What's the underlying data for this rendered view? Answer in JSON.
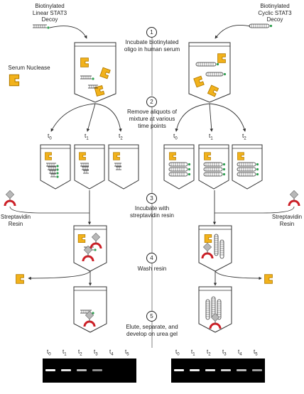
{
  "labels": {
    "linear_decoy": "Biotinylated\nLinear STAT3\nDecoy",
    "cyclic_decoy": "Biotinylated\nCyclic STAT3\nDecoy",
    "serum_nuclease": "Serum Nuclease",
    "streptavidin_left": "Streptavidin\nResin",
    "streptavidin_right": "Streptavidin\nResin"
  },
  "steps": [
    {
      "num": "1",
      "text": "Incubate biotinylated\noligo in human serum"
    },
    {
      "num": "2",
      "text": "Remove aliquots of\nmixture at various\ntime points"
    },
    {
      "num": "3",
      "text": "Incubate with\nstreptavidin resin"
    },
    {
      "num": "4",
      "text": "Wash resin"
    },
    {
      "num": "5",
      "text": "Elute, separate, and\ndevelop on urea gel"
    }
  ],
  "timepoints": [
    "t",
    "t",
    "t"
  ],
  "timepoint_subs": [
    "0",
    "1",
    "2"
  ],
  "gel_lanes": {
    "letter": "t",
    "subs": [
      "0",
      "1",
      "2",
      "3",
      "4",
      "5"
    ]
  },
  "gel_left_intensities": [
    0.95,
    0.85,
    0.6,
    0.35,
    0.0,
    0.0
  ],
  "gel_right_intensities": [
    0.95,
    0.9,
    0.85,
    0.75,
    0.6,
    0.45
  ],
  "colors": {
    "nuclease": "#f2b21b",
    "nuclease_stroke": "#b57d00",
    "biotin": "#2e9e4f",
    "resin": "#cc1f26",
    "streptavidin": "#b8b8b8",
    "gel": "#000000"
  }
}
